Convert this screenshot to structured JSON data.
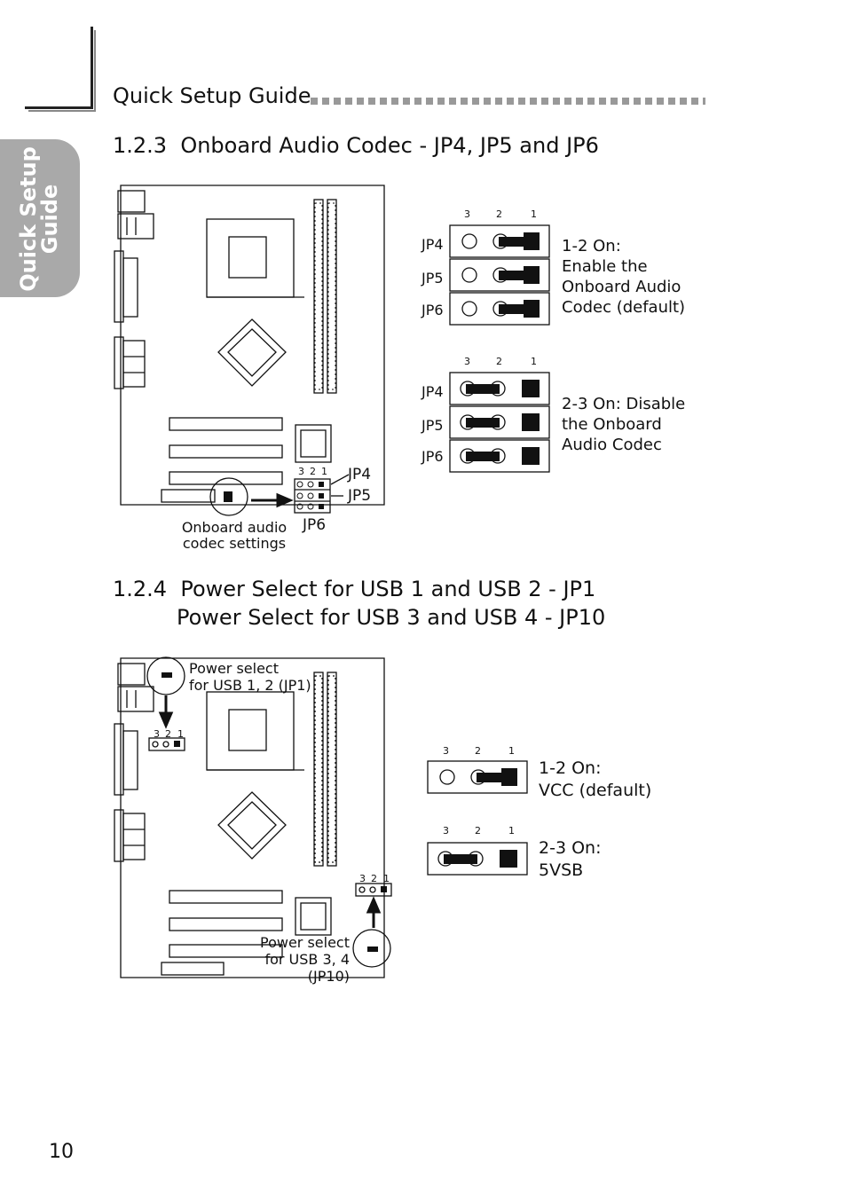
{
  "side_tab": {
    "label_line1": "Quick Setup",
    "label_line2": "Guide"
  },
  "header": {
    "title": "Quick Setup Guide"
  },
  "section_audio": {
    "title": "1.2.3  Onboard Audio Codec - JP4, JP5 and JP6",
    "board_pin_labels": [
      "3",
      "2",
      "1"
    ],
    "board_jumper_labels": {
      "jp4": "JP4",
      "jp5": "JP5",
      "jp6": "JP6"
    },
    "callout": "Onboard audio\ncodec settings",
    "settings": [
      {
        "pins": [
          "3",
          "2",
          "1"
        ],
        "rows": [
          "JP4",
          "JP5",
          "JP6"
        ],
        "description": "1-2 On:\nEnable the\nOnboard Audio\nCodec (default)"
      },
      {
        "pins": [
          "3",
          "2",
          "1"
        ],
        "rows": [
          "JP4",
          "JP5",
          "JP6"
        ],
        "description": "2-3 On: Disable\nthe Onboard\nAudio Codec"
      }
    ]
  },
  "section_usb": {
    "title_line1": "1.2.4  Power Select for USB 1 and USB 2 - JP1",
    "title_line2": "Power Select for USB 3 and USB 4 - JP10",
    "callout_jp1": "Power select\nfor USB 1, 2 (JP1)",
    "callout_jp10": "Power select\nfor USB 3, 4\n(JP10)",
    "board_pin_labels": [
      "3",
      "2",
      "1"
    ],
    "settings": [
      {
        "pins": [
          "3",
          "2",
          "1"
        ],
        "description": "1-2 On:\nVCC (default)"
      },
      {
        "pins": [
          "3",
          "2",
          "1"
        ],
        "description": "2-3 On:\n5VSB"
      }
    ]
  },
  "page_number": "10"
}
